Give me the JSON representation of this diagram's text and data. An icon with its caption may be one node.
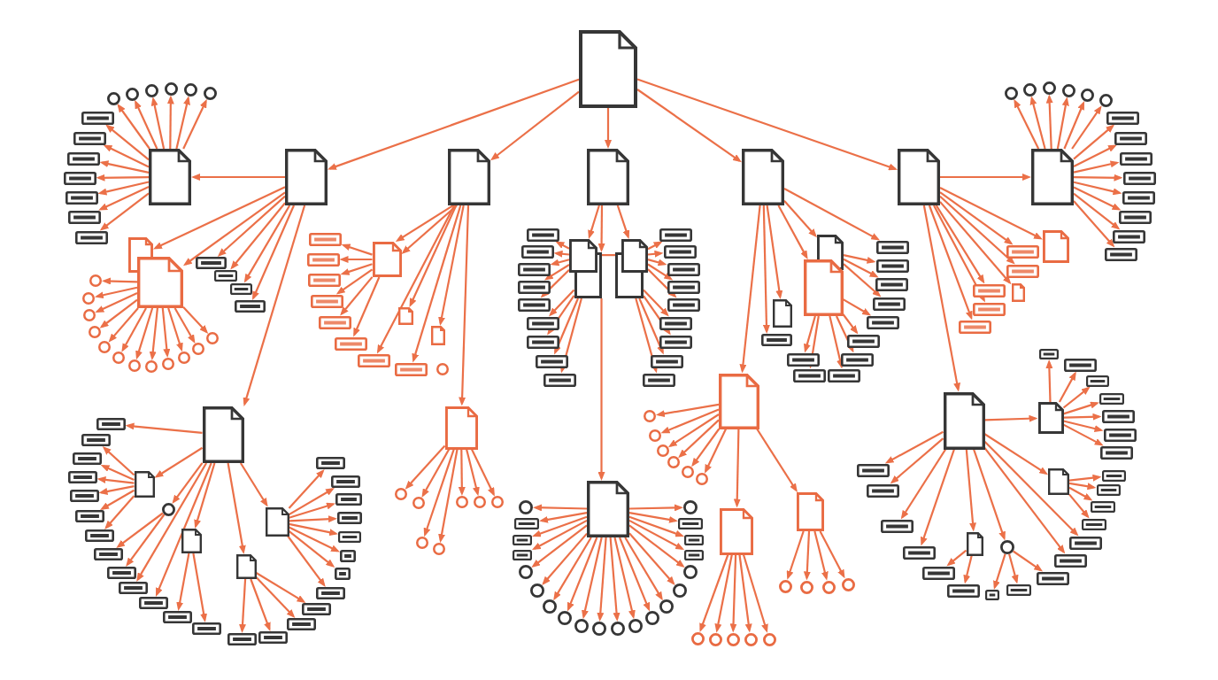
{
  "diagram": {
    "nodes": [
      {
        "text": [],
        "shape": "document"
      },
      {
        "text": [],
        "shape": "document"
      },
      {
        "text": [],
        "shape": "document"
      },
      {
        "text": [],
        "shape": "document"
      },
      {
        "text": [],
        "shape": "document"
      },
      {
        "text": [],
        "shape": "document"
      },
      {
        "text": [],
        "shape": "document"
      },
      {
        "text": [],
        "shape": "circle"
      },
      {
        "text": [],
        "shape": "circle"
      },
      {
        "text": [],
        "shape": "circle"
      },
      {
        "text": [],
        "shape": "circle"
      },
      {
        "text": [],
        "shape": "circle"
      },
      {
        "text": [],
        "shape": "circle"
      },
      {
        "text": [],
        "shape": "bar"
      },
      {
        "text": [],
        "shape": "bar"
      },
      {
        "text": [],
        "shape": "bar"
      },
      {
        "text": [],
        "shape": "bar"
      },
      {
        "text": [],
        "shape": "bar"
      },
      {
        "text": [],
        "shape": "bar"
      },
      {
        "text": [],
        "shape": "bar"
      },
      {
        "text": [],
        "shape": "document"
      },
      {
        "text": [],
        "shape": "document"
      },
      {
        "text": [],
        "shape": "circle"
      },
      {
        "text": [],
        "shape": "circle"
      },
      {
        "text": [],
        "shape": "circle"
      },
      {
        "text": [],
        "shape": "circle"
      },
      {
        "text": [],
        "shape": "circle"
      },
      {
        "text": [],
        "shape": "circle"
      },
      {
        "text": [],
        "shape": "circle"
      },
      {
        "text": [],
        "shape": "circle"
      },
      {
        "text": [],
        "shape": "circle"
      },
      {
        "text": [],
        "shape": "circle"
      },
      {
        "text": [],
        "shape": "circle"
      },
      {
        "text": [],
        "shape": "circle"
      },
      {
        "text": [],
        "shape": "bar"
      },
      {
        "text": [],
        "shape": "bar"
      },
      {
        "text": [],
        "shape": "bar"
      },
      {
        "text": [],
        "shape": "bar"
      },
      {
        "text": [],
        "shape": "document"
      },
      {
        "text": [],
        "shape": "bar"
      },
      {
        "text": [],
        "shape": "bar"
      },
      {
        "text": [],
        "shape": "bar"
      },
      {
        "text": [],
        "shape": "bar"
      },
      {
        "text": [],
        "shape": "bar"
      },
      {
        "text": [],
        "shape": "bar"
      },
      {
        "text": [],
        "shape": "bar"
      },
      {
        "text": [],
        "shape": "bar"
      },
      {
        "text": [],
        "shape": "document"
      },
      {
        "text": [],
        "shape": "document"
      },
      {
        "text": [],
        "shape": "circle"
      },
      {
        "text": [],
        "shape": "document"
      },
      {
        "text": [],
        "shape": "circle"
      },
      {
        "text": [],
        "shape": "circle"
      },
      {
        "text": [],
        "shape": "circle"
      },
      {
        "text": [],
        "shape": "circle"
      },
      {
        "text": [],
        "shape": "circle"
      },
      {
        "text": [],
        "shape": "circle"
      },
      {
        "text": [],
        "shape": "circle"
      },
      {
        "text": [],
        "shape": "box"
      },
      {
        "text": [],
        "shape": "document"
      },
      {
        "text": [],
        "shape": "box"
      },
      {
        "text": [],
        "shape": "document"
      },
      {
        "text": [],
        "shape": "bar"
      },
      {
        "text": [],
        "shape": "bar"
      },
      {
        "text": [],
        "shape": "bar"
      },
      {
        "text": [],
        "shape": "bar"
      },
      {
        "text": [],
        "shape": "bar"
      },
      {
        "text": [],
        "shape": "bar"
      },
      {
        "text": [],
        "shape": "bar"
      },
      {
        "text": [],
        "shape": "bar"
      },
      {
        "text": [],
        "shape": "bar"
      },
      {
        "text": [],
        "shape": "bar"
      },
      {
        "text": [],
        "shape": "bar"
      },
      {
        "text": [],
        "shape": "bar"
      },
      {
        "text": [],
        "shape": "bar"
      },
      {
        "text": [],
        "shape": "bar"
      },
      {
        "text": [],
        "shape": "bar"
      },
      {
        "text": [],
        "shape": "bar"
      },
      {
        "text": [],
        "shape": "bar"
      },
      {
        "text": [],
        "shape": "bar"
      },
      {
        "text": [],
        "shape": "document"
      },
      {
        "text": [],
        "shape": "circle"
      },
      {
        "text": [],
        "shape": "bar"
      },
      {
        "text": [],
        "shape": "bar"
      },
      {
        "text": [],
        "shape": "bar"
      },
      {
        "text": [],
        "shape": "circle"
      },
      {
        "text": [],
        "shape": "circle"
      },
      {
        "text": [],
        "shape": "circle"
      },
      {
        "text": [],
        "shape": "circle"
      },
      {
        "text": [],
        "shape": "circle"
      },
      {
        "text": [],
        "shape": "circle"
      },
      {
        "text": [],
        "shape": "circle"
      },
      {
        "text": [],
        "shape": "circle"
      },
      {
        "text": [],
        "shape": "circle"
      },
      {
        "text": [],
        "shape": "circle"
      },
      {
        "text": [],
        "shape": "circle"
      },
      {
        "text": [],
        "shape": "circle"
      },
      {
        "text": [],
        "shape": "bar"
      },
      {
        "text": [],
        "shape": "bar"
      },
      {
        "text": [],
        "shape": "bar"
      },
      {
        "text": [],
        "shape": "circle"
      },
      {
        "text": [],
        "shape": "document"
      },
      {
        "text": [],
        "shape": "bar"
      },
      {
        "text": [],
        "shape": "document"
      },
      {
        "text": [],
        "shape": "document"
      },
      {
        "text": [],
        "shape": "document"
      },
      {
        "text": [],
        "shape": "bar"
      },
      {
        "text": [],
        "shape": "bar"
      },
      {
        "text": [],
        "shape": "bar"
      },
      {
        "text": [],
        "shape": "bar"
      },
      {
        "text": [],
        "shape": "bar"
      },
      {
        "text": [],
        "shape": "bar"
      },
      {
        "text": [],
        "shape": "bar"
      },
      {
        "text": [],
        "shape": "bar"
      },
      {
        "text": [],
        "shape": "bar"
      },
      {
        "text": [],
        "shape": "bar"
      },
      {
        "text": [],
        "shape": "circle"
      },
      {
        "text": [],
        "shape": "circle"
      },
      {
        "text": [],
        "shape": "circle"
      },
      {
        "text": [],
        "shape": "circle"
      },
      {
        "text": [],
        "shape": "circle"
      },
      {
        "text": [],
        "shape": "circle"
      },
      {
        "text": [],
        "shape": "document"
      },
      {
        "text": [],
        "shape": "document"
      },
      {
        "text": [],
        "shape": "circle"
      },
      {
        "text": [],
        "shape": "circle"
      },
      {
        "text": [],
        "shape": "circle"
      },
      {
        "text": [],
        "shape": "circle"
      },
      {
        "text": [],
        "shape": "circle"
      },
      {
        "text": [],
        "shape": "circle"
      },
      {
        "text": [],
        "shape": "circle"
      },
      {
        "text": [],
        "shape": "circle"
      },
      {
        "text": [],
        "shape": "circle"
      },
      {
        "text": [],
        "shape": "document"
      },
      {
        "text": [],
        "shape": "circle"
      },
      {
        "text": [],
        "shape": "circle"
      },
      {
        "text": [],
        "shape": "circle"
      },
      {
        "text": [],
        "shape": "circle"
      },
      {
        "text": [],
        "shape": "circle"
      },
      {
        "text": [],
        "shape": "circle"
      },
      {
        "text": [],
        "shape": "bar"
      },
      {
        "text": [],
        "shape": "bar"
      },
      {
        "text": [],
        "shape": "bar"
      },
      {
        "text": [],
        "shape": "bar"
      },
      {
        "text": [],
        "shape": "bar"
      },
      {
        "text": [],
        "shape": "bar"
      },
      {
        "text": [],
        "shape": "bar"
      },
      {
        "text": [],
        "shape": "bar"
      },
      {
        "text": [],
        "shape": "document"
      },
      {
        "text": [],
        "shape": "bar"
      },
      {
        "text": [],
        "shape": "bar"
      },
      {
        "text": [],
        "shape": "document"
      },
      {
        "text": [],
        "shape": "bar"
      },
      {
        "text": [],
        "shape": "bar"
      },
      {
        "text": [],
        "shape": "bar"
      },
      {
        "text": [],
        "shape": "document"
      },
      {
        "text": [],
        "shape": "document"
      },
      {
        "text": [],
        "shape": "bar"
      },
      {
        "text": [],
        "shape": "bar"
      },
      {
        "text": [],
        "shape": "bar"
      },
      {
        "text": [],
        "shape": "bar"
      },
      {
        "text": [],
        "shape": "bar"
      },
      {
        "text": [],
        "shape": "bar"
      },
      {
        "text": [],
        "shape": "bar"
      },
      {
        "text": [],
        "shape": "document"
      },
      {
        "text": [],
        "shape": "bar"
      },
      {
        "text": [],
        "shape": "bar"
      },
      {
        "text": [],
        "shape": "bar"
      },
      {
        "text": [],
        "shape": "bar"
      },
      {
        "text": [],
        "shape": "document"
      },
      {
        "text": [],
        "shape": "circle"
      },
      {
        "text": [],
        "shape": "bar"
      },
      {
        "text": [],
        "shape": "bar"
      },
      {
        "text": [],
        "shape": "bar"
      },
      {
        "text": [],
        "shape": "bar"
      },
      {
        "text": [],
        "shape": "bar"
      },
      {
        "text": [],
        "shape": "bar"
      },
      {
        "text": [],
        "shape": "bar"
      },
      {
        "text": [],
        "shape": "bar"
      },
      {
        "text": [],
        "shape": "bar"
      },
      {
        "text": [],
        "shape": "bar"
      },
      {
        "text": [],
        "shape": "bar"
      },
      {
        "text": [],
        "shape": "document"
      },
      {
        "text": [],
        "shape": "bar"
      },
      {
        "text": [],
        "shape": "document"
      },
      {
        "text": [],
        "shape": "bar"
      },
      {
        "text": [],
        "shape": "bar"
      },
      {
        "text": [],
        "shape": "bar"
      },
      {
        "text": [],
        "shape": "bar"
      },
      {
        "text": [],
        "shape": "bar"
      },
      {
        "text": [],
        "shape": "bar"
      },
      {
        "text": [],
        "shape": "circle"
      },
      {
        "text": [],
        "shape": "bar"
      },
      {
        "text": [],
        "shape": "bar"
      },
      {
        "text": [],
        "shape": "bar"
      },
      {
        "text": [],
        "shape": "bar"
      },
      {
        "text": [],
        "shape": "document"
      },
      {
        "text": [],
        "shape": "bar"
      },
      {
        "text": [],
        "shape": "bar"
      },
      {
        "text": [],
        "shape": "document"
      },
      {
        "text": [],
        "shape": "bar"
      },
      {
        "text": [],
        "shape": "bar"
      },
      {
        "text": [],
        "shape": "bar"
      },
      {
        "text": [],
        "shape": "bar"
      },
      {
        "text": [],
        "shape": "document"
      },
      {
        "text": [],
        "shape": "bar"
      },
      {
        "text": [],
        "shape": "bar"
      },
      {
        "text": [],
        "shape": "bar"
      },
      {
        "text": [],
        "shape": "bar"
      },
      {
        "text": [],
        "shape": "bar"
      },
      {
        "text": [],
        "shape": "bar"
      },
      {
        "text": [],
        "shape": "bar"
      },
      {
        "text": [],
        "shape": "bar"
      }
    ],
    "edges": [
      {
        "from": 0,
        "to": 1,
        "arrow": "to"
      },
      {
        "from": 0,
        "to": 2,
        "arrow": "to"
      },
      {
        "from": 0,
        "to": 3,
        "arrow": "to"
      },
      {
        "from": 0,
        "to": 4,
        "arrow": "to"
      },
      {
        "from": 0,
        "to": 5,
        "arrow": "to"
      },
      {
        "from": 1,
        "to": 6,
        "arrow": "to"
      },
      {
        "from": 1,
        "to": 20,
        "arrow": "to"
      },
      {
        "from": 1,
        "to": 21,
        "arrow": "to"
      },
      {
        "from": 1,
        "to": 34,
        "arrow": "to"
      },
      {
        "from": 1,
        "to": 35,
        "arrow": "to"
      },
      {
        "from": 1,
        "to": 36,
        "arrow": "to"
      },
      {
        "from": 1,
        "to": 37,
        "arrow": "to"
      },
      {
        "from": 1,
        "to": 182,
        "arrow": "to"
      },
      {
        "from": 6,
        "to": 7,
        "arrow": "to"
      },
      {
        "from": 6,
        "to": 8,
        "arrow": "to"
      },
      {
        "from": 6,
        "to": 9,
        "arrow": "to"
      },
      {
        "from": 6,
        "to": 10,
        "arrow": "to"
      },
      {
        "from": 6,
        "to": 11,
        "arrow": "to"
      },
      {
        "from": 6,
        "to": 12,
        "arrow": "to"
      },
      {
        "from": 6,
        "to": 13,
        "arrow": "to"
      },
      {
        "from": 6,
        "to": 14,
        "arrow": "to"
      },
      {
        "from": 6,
        "to": 15,
        "arrow": "to"
      },
      {
        "from": 6,
        "to": 16,
        "arrow": "to"
      },
      {
        "from": 6,
        "to": 17,
        "arrow": "to"
      },
      {
        "from": 6,
        "to": 18,
        "arrow": "to"
      },
      {
        "from": 6,
        "to": 19,
        "arrow": "to"
      },
      {
        "from": 21,
        "to": 22,
        "arrow": "to"
      },
      {
        "from": 21,
        "to": 23,
        "arrow": "to"
      },
      {
        "from": 21,
        "to": 24,
        "arrow": "to"
      },
      {
        "from": 21,
        "to": 25,
        "arrow": "to"
      },
      {
        "from": 21,
        "to": 26,
        "arrow": "to"
      },
      {
        "from": 21,
        "to": 27,
        "arrow": "to"
      },
      {
        "from": 21,
        "to": 28,
        "arrow": "to"
      },
      {
        "from": 21,
        "to": 29,
        "arrow": "to"
      },
      {
        "from": 21,
        "to": 30,
        "arrow": "to"
      },
      {
        "from": 21,
        "to": 31,
        "arrow": "to"
      },
      {
        "from": 21,
        "to": 32,
        "arrow": "to"
      },
      {
        "from": 21,
        "to": 33,
        "arrow": "to"
      },
      {
        "from": 2,
        "to": 38,
        "arrow": "to"
      },
      {
        "from": 2,
        "to": 38,
        "arrow": "to"
      },
      {
        "from": 2,
        "to": 45,
        "arrow": "to"
      },
      {
        "from": 2,
        "to": 47,
        "arrow": "to"
      },
      {
        "from": 2,
        "to": 46,
        "arrow": "to"
      },
      {
        "from": 2,
        "to": 48,
        "arrow": "to"
      },
      {
        "from": 2,
        "to": 50,
        "arrow": "to"
      },
      {
        "from": 38,
        "to": 39,
        "arrow": "to"
      },
      {
        "from": 38,
        "to": 40,
        "arrow": "to"
      },
      {
        "from": 38,
        "to": 41,
        "arrow": "to"
      },
      {
        "from": 38,
        "to": 42,
        "arrow": "to"
      },
      {
        "from": 38,
        "to": 43,
        "arrow": "to"
      },
      {
        "from": 38,
        "to": 44,
        "arrow": "to"
      },
      {
        "from": 50,
        "to": 51,
        "arrow": "to"
      },
      {
        "from": 50,
        "to": 52,
        "arrow": "to"
      },
      {
        "from": 50,
        "to": 53,
        "arrow": "to"
      },
      {
        "from": 50,
        "to": 54,
        "arrow": "to"
      },
      {
        "from": 50,
        "to": 55,
        "arrow": "to"
      },
      {
        "from": 50,
        "to": 56,
        "arrow": "to"
      },
      {
        "from": 50,
        "to": 57,
        "arrow": "to"
      },
      {
        "from": 3,
        "to": 59,
        "arrow": "to"
      },
      {
        "from": 3,
        "to": 61,
        "arrow": "to"
      },
      {
        "from": 3,
        "to": 58,
        "arrow": "to"
      },
      {
        "from": 58,
        "to": 60,
        "arrow": "none"
      },
      {
        "from": 58,
        "to": 80,
        "arrow": "to"
      },
      {
        "from": 59,
        "to": 62,
        "arrow": "to"
      },
      {
        "from": 59,
        "to": 63,
        "arrow": "to"
      },
      {
        "from": 59,
        "to": 64,
        "arrow": "to"
      },
      {
        "from": 59,
        "to": 65,
        "arrow": "to"
      },
      {
        "from": 59,
        "to": 66,
        "arrow": "to"
      },
      {
        "from": 58,
        "to": 67,
        "arrow": "to"
      },
      {
        "from": 58,
        "to": 68,
        "arrow": "to"
      },
      {
        "from": 58,
        "to": 69,
        "arrow": "to"
      },
      {
        "from": 58,
        "to": 70,
        "arrow": "to"
      },
      {
        "from": 61,
        "to": 71,
        "arrow": "to"
      },
      {
        "from": 61,
        "to": 72,
        "arrow": "to"
      },
      {
        "from": 61,
        "to": 73,
        "arrow": "to"
      },
      {
        "from": 61,
        "to": 74,
        "arrow": "to"
      },
      {
        "from": 61,
        "to": 75,
        "arrow": "to"
      },
      {
        "from": 60,
        "to": 76,
        "arrow": "to"
      },
      {
        "from": 60,
        "to": 77,
        "arrow": "to"
      },
      {
        "from": 60,
        "to": 78,
        "arrow": "to"
      },
      {
        "from": 60,
        "to": 79,
        "arrow": "to"
      },
      {
        "from": 80,
        "to": 81,
        "arrow": "to"
      },
      {
        "from": 80,
        "to": 82,
        "arrow": "to"
      },
      {
        "from": 80,
        "to": 83,
        "arrow": "to"
      },
      {
        "from": 80,
        "to": 84,
        "arrow": "to"
      },
      {
        "from": 80,
        "to": 85,
        "arrow": "to"
      },
      {
        "from": 80,
        "to": 86,
        "arrow": "to"
      },
      {
        "from": 80,
        "to": 87,
        "arrow": "to"
      },
      {
        "from": 80,
        "to": 88,
        "arrow": "to"
      },
      {
        "from": 80,
        "to": 89,
        "arrow": "to"
      },
      {
        "from": 80,
        "to": 90,
        "arrow": "to"
      },
      {
        "from": 80,
        "to": 91,
        "arrow": "to"
      },
      {
        "from": 80,
        "to": 92,
        "arrow": "to"
      },
      {
        "from": 80,
        "to": 93,
        "arrow": "to"
      },
      {
        "from": 80,
        "to": 94,
        "arrow": "to"
      },
      {
        "from": 80,
        "to": 95,
        "arrow": "to"
      },
      {
        "from": 80,
        "to": 96,
        "arrow": "to"
      },
      {
        "from": 80,
        "to": 97,
        "arrow": "to"
      },
      {
        "from": 80,
        "to": 98,
        "arrow": "to"
      },
      {
        "from": 80,
        "to": 99,
        "arrow": "to"
      },
      {
        "from": 80,
        "to": 100,
        "arrow": "to"
      },
      {
        "from": 4,
        "to": 101,
        "arrow": "to"
      },
      {
        "from": 4,
        "to": 102,
        "arrow": "to"
      },
      {
        "from": 4,
        "to": 103,
        "arrow": "to"
      },
      {
        "from": 4,
        "to": 105,
        "arrow": "to"
      },
      {
        "from": 4,
        "to": 104,
        "arrow": "to"
      },
      {
        "from": 4,
        "to": 106,
        "arrow": "to"
      },
      {
        "from": 104,
        "to": 107,
        "arrow": "to"
      },
      {
        "from": 104,
        "to": 108,
        "arrow": "to"
      },
      {
        "from": 104,
        "to": 109,
        "arrow": "to"
      },
      {
        "from": 105,
        "to": 110,
        "arrow": "to"
      },
      {
        "from": 105,
        "to": 111,
        "arrow": "to"
      },
      {
        "from": 105,
        "to": 112,
        "arrow": "to"
      },
      {
        "from": 105,
        "to": 113,
        "arrow": "to"
      },
      {
        "from": 105,
        "to": 114,
        "arrow": "to"
      },
      {
        "from": 105,
        "to": 115,
        "arrow": "to"
      },
      {
        "from": 101,
        "to": 116,
        "arrow": "to"
      },
      {
        "from": 101,
        "to": 117,
        "arrow": "to"
      },
      {
        "from": 101,
        "to": 118,
        "arrow": "to"
      },
      {
        "from": 101,
        "to": 119,
        "arrow": "to"
      },
      {
        "from": 101,
        "to": 120,
        "arrow": "to"
      },
      {
        "from": 101,
        "to": 121,
        "arrow": "to"
      },
      {
        "from": 101,
        "to": 122,
        "arrow": "to"
      },
      {
        "from": 101,
        "to": 123,
        "arrow": "to"
      },
      {
        "from": 122,
        "to": 124,
        "arrow": "to"
      },
      {
        "from": 122,
        "to": 125,
        "arrow": "to"
      },
      {
        "from": 122,
        "to": 126,
        "arrow": "to"
      },
      {
        "from": 122,
        "to": 127,
        "arrow": "to"
      },
      {
        "from": 122,
        "to": 128,
        "arrow": "to"
      },
      {
        "from": 123,
        "to": 129,
        "arrow": "to"
      },
      {
        "from": 123,
        "to": 130,
        "arrow": "to"
      },
      {
        "from": 123,
        "to": 131,
        "arrow": "to"
      },
      {
        "from": 123,
        "to": 132,
        "arrow": "to"
      },
      {
        "from": 5,
        "to": 133,
        "arrow": "to"
      },
      {
        "from": 5,
        "to": 148,
        "arrow": "to"
      },
      {
        "from": 5,
        "to": 149,
        "arrow": "to"
      },
      {
        "from": 5,
        "to": 150,
        "arrow": "to"
      },
      {
        "from": 5,
        "to": 151,
        "arrow": "to"
      },
      {
        "from": 5,
        "to": 152,
        "arrow": "to"
      },
      {
        "from": 5,
        "to": 153,
        "arrow": "to"
      },
      {
        "from": 5,
        "to": 154,
        "arrow": "to"
      },
      {
        "from": 5,
        "to": 155,
        "arrow": "to"
      },
      {
        "from": 133,
        "to": 134,
        "arrow": "to"
      },
      {
        "from": 133,
        "to": 135,
        "arrow": "to"
      },
      {
        "from": 133,
        "to": 136,
        "arrow": "to"
      },
      {
        "from": 133,
        "to": 137,
        "arrow": "to"
      },
      {
        "from": 133,
        "to": 138,
        "arrow": "to"
      },
      {
        "from": 133,
        "to": 139,
        "arrow": "to"
      },
      {
        "from": 133,
        "to": 140,
        "arrow": "to"
      },
      {
        "from": 133,
        "to": 141,
        "arrow": "to"
      },
      {
        "from": 133,
        "to": 142,
        "arrow": "to"
      },
      {
        "from": 133,
        "to": 143,
        "arrow": "to"
      },
      {
        "from": 133,
        "to": 144,
        "arrow": "to"
      },
      {
        "from": 133,
        "to": 145,
        "arrow": "to"
      },
      {
        "from": 133,
        "to": 146,
        "arrow": "to"
      },
      {
        "from": 133,
        "to": 147,
        "arrow": "to"
      },
      {
        "from": 155,
        "to": 156,
        "arrow": "to"
      },
      {
        "from": 155,
        "to": 164,
        "arrow": "to"
      },
      {
        "from": 155,
        "to": 169,
        "arrow": "to"
      },
      {
        "from": 155,
        "to": 170,
        "arrow": "to"
      },
      {
        "from": 155,
        "to": 171,
        "arrow": "to"
      },
      {
        "from": 155,
        "to": 172,
        "arrow": "to"
      },
      {
        "from": 155,
        "to": 173,
        "arrow": "to"
      },
      {
        "from": 155,
        "to": 174,
        "arrow": "to"
      },
      {
        "from": 155,
        "to": 180,
        "arrow": "to"
      },
      {
        "from": 155,
        "to": 181,
        "arrow": "to"
      },
      {
        "from": 156,
        "to": 157,
        "arrow": "to"
      },
      {
        "from": 156,
        "to": 158,
        "arrow": "to"
      },
      {
        "from": 156,
        "to": 159,
        "arrow": "to"
      },
      {
        "from": 156,
        "to": 160,
        "arrow": "to"
      },
      {
        "from": 156,
        "to": 161,
        "arrow": "to"
      },
      {
        "from": 156,
        "to": 162,
        "arrow": "to"
      },
      {
        "from": 156,
        "to": 163,
        "arrow": "to"
      },
      {
        "from": 164,
        "to": 165,
        "arrow": "to"
      },
      {
        "from": 164,
        "to": 166,
        "arrow": "to"
      },
      {
        "from": 164,
        "to": 167,
        "arrow": "to"
      },
      {
        "from": 164,
        "to": 168,
        "arrow": "to"
      },
      {
        "from": 169,
        "to": 175,
        "arrow": "to"
      },
      {
        "from": 169,
        "to": 176,
        "arrow": "to"
      },
      {
        "from": 170,
        "to": 177,
        "arrow": "to"
      },
      {
        "from": 170,
        "to": 178,
        "arrow": "to"
      },
      {
        "from": 170,
        "to": 179,
        "arrow": "to"
      },
      {
        "from": 182,
        "to": 183,
        "arrow": "to"
      },
      {
        "from": 182,
        "to": 184,
        "arrow": "to"
      },
      {
        "from": 182,
        "to": 191,
        "arrow": "to"
      },
      {
        "from": 182,
        "to": 196,
        "arrow": "to"
      },
      {
        "from": 182,
        "to": 199,
        "arrow": "to"
      },
      {
        "from": 182,
        "to": 204,
        "arrow": "to"
      },
      {
        "from": 182,
        "to": 194,
        "arrow": "to"
      },
      {
        "from": 182,
        "to": 195,
        "arrow": "to"
      },
      {
        "from": 184,
        "to": 185,
        "arrow": "to"
      },
      {
        "from": 184,
        "to": 186,
        "arrow": "to"
      },
      {
        "from": 184,
        "to": 187,
        "arrow": "to"
      },
      {
        "from": 184,
        "to": 188,
        "arrow": "to"
      },
      {
        "from": 184,
        "to": 189,
        "arrow": "to"
      },
      {
        "from": 184,
        "to": 190,
        "arrow": "to"
      },
      {
        "from": 191,
        "to": 192,
        "arrow": "to"
      },
      {
        "from": 191,
        "to": 193,
        "arrow": "to"
      },
      {
        "from": 196,
        "to": 197,
        "arrow": "to"
      },
      {
        "from": 196,
        "to": 198,
        "arrow": "to"
      },
      {
        "from": 199,
        "to": 200,
        "arrow": "to"
      },
      {
        "from": 199,
        "to": 201,
        "arrow": "to"
      },
      {
        "from": 199,
        "to": 202,
        "arrow": "to"
      },
      {
        "from": 199,
        "to": 203,
        "arrow": "to"
      },
      {
        "from": 204,
        "to": 205,
        "arrow": "to"
      },
      {
        "from": 204,
        "to": 206,
        "arrow": "to"
      },
      {
        "from": 204,
        "to": 207,
        "arrow": "to"
      },
      {
        "from": 204,
        "to": 208,
        "arrow": "to"
      },
      {
        "from": 204,
        "to": 209,
        "arrow": "to"
      },
      {
        "from": 204,
        "to": 210,
        "arrow": "to"
      },
      {
        "from": 204,
        "to": 211,
        "arrow": "to"
      },
      {
        "from": 204,
        "to": 212,
        "arrow": "to"
      }
    ]
  }
}
